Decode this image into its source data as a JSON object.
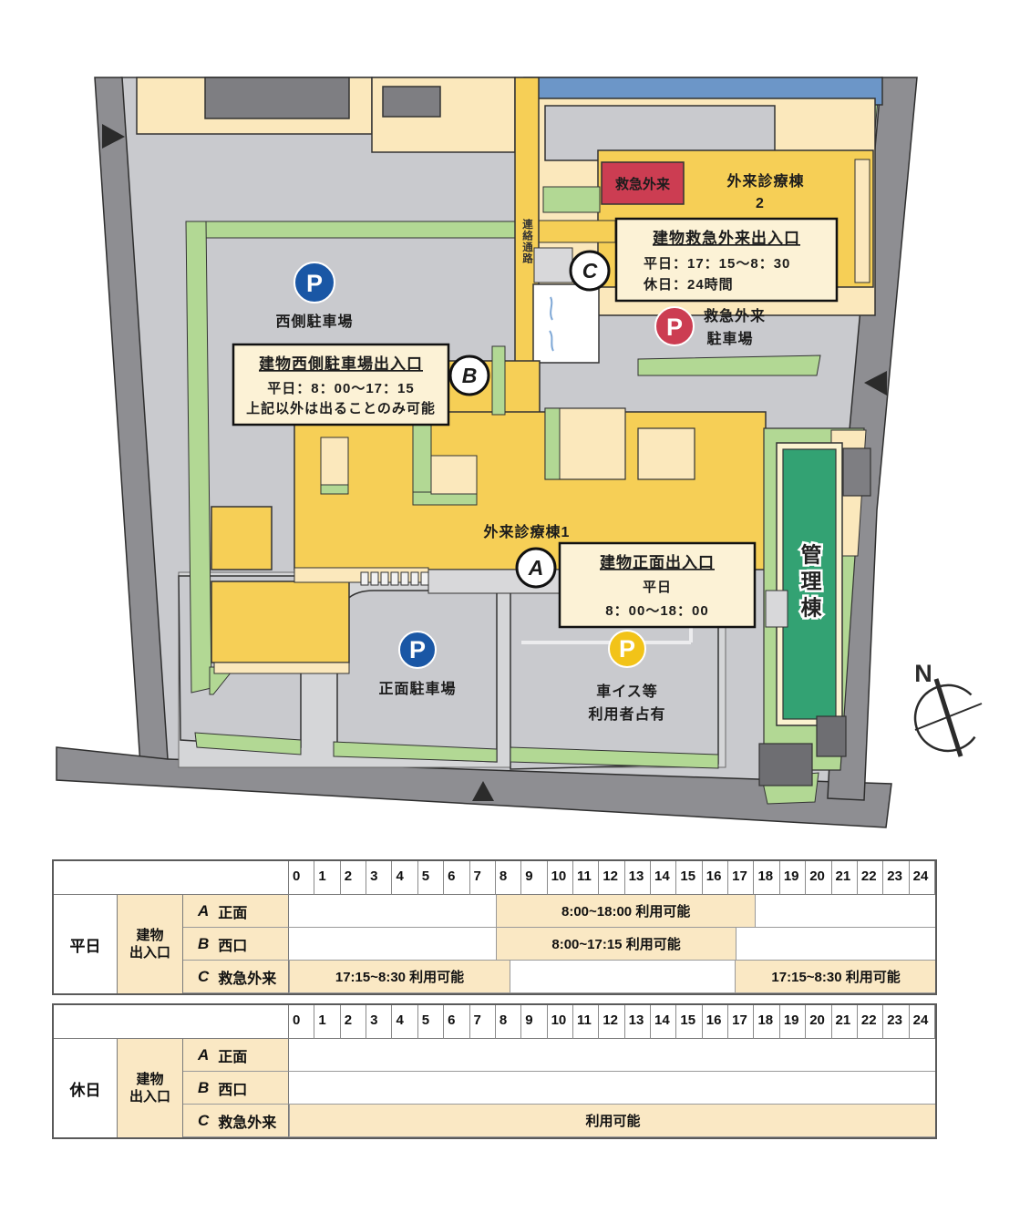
{
  "map": {
    "compass_label": "N",
    "corridor_label": "連絡通路",
    "emergency_dept_label": "救急外来",
    "building2_label_line1": "外来診療棟",
    "building2_label_line2": "2",
    "building1_label": "外来診療棟1",
    "admin_building_label": "管理棟",
    "parking_symbol": "P",
    "west_parking_label": "西側駐車場",
    "front_parking_label": "正面駐車場",
    "emergency_parking_label_line1": "救急外来",
    "emergency_parking_label_line2": "駐車場",
    "wheelchair_parking_label_line1": "車イス等",
    "wheelchair_parking_label_line2": "利用者占有",
    "markers": {
      "a": "A",
      "b": "B",
      "c": "C"
    },
    "callouts": {
      "emergency_entrance": {
        "title": "建物救急外来出入口",
        "line1": "平日：17：15～8：30",
        "line2": "休日：24時間"
      },
      "west_entrance": {
        "title": "建物西側駐車場出入口",
        "line1": "平日：8：00～17：15",
        "line2": "上記以外は出ることのみ可能"
      },
      "front_entrance": {
        "title": "建物正面出入口",
        "line1": "平日",
        "line2": "8：00～18：00"
      }
    },
    "colors": {
      "building_yellow": "#F6CF56",
      "building_cream": "#FBE8BC",
      "site_gray": "#C9CACE",
      "road_gray": "#8E8E92",
      "hedge_green": "#B2D894",
      "admin_green": "#33A273",
      "blue_building": "#6C96C8",
      "parking_blue": "#1A57A5",
      "emergency_red": "#CC3D52",
      "wheelchair_yellow": "#F2C318",
      "highlight_cream": "#FAE8C4"
    }
  },
  "tables": [
    {
      "day_label": "平日",
      "group_label_line1": "建物",
      "group_label_line2": "出入口",
      "hours": [
        "0",
        "1",
        "2",
        "3",
        "4",
        "5",
        "6",
        "7",
        "8",
        "9",
        "10",
        "11",
        "12",
        "13",
        "14",
        "15",
        "16",
        "17",
        "18",
        "19",
        "20",
        "21",
        "22",
        "23",
        "24"
      ],
      "rows": [
        {
          "key": "A",
          "name": "正面",
          "spans": [
            {
              "start": 8,
              "end": 18,
              "label": "8:00~18:00 利用可能"
            }
          ]
        },
        {
          "key": "B",
          "name": "西口",
          "spans": [
            {
              "start": 8,
              "end": 17.25,
              "label": "8:00~17:15 利用可能"
            }
          ]
        },
        {
          "key": "C",
          "name": "救急外来",
          "spans": [
            {
              "start": 0,
              "end": 8.5,
              "label": "17:15~8:30 利用可能"
            },
            {
              "start": 17.25,
              "end": 25,
              "label": "17:15~8:30 利用可能"
            }
          ]
        }
      ]
    },
    {
      "day_label": "休日",
      "group_label_line1": "建物",
      "group_label_line2": "出入口",
      "hours": [
        "0",
        "1",
        "2",
        "3",
        "4",
        "5",
        "6",
        "7",
        "8",
        "9",
        "10",
        "11",
        "12",
        "13",
        "14",
        "15",
        "16",
        "17",
        "18",
        "19",
        "20",
        "21",
        "22",
        "23",
        "24"
      ],
      "rows": [
        {
          "key": "A",
          "name": "正面",
          "spans": []
        },
        {
          "key": "B",
          "name": "西口",
          "spans": []
        },
        {
          "key": "C",
          "name": "救急外来",
          "spans": [
            {
              "start": 0,
              "end": 25,
              "label": "利用可能"
            }
          ]
        }
      ]
    }
  ]
}
